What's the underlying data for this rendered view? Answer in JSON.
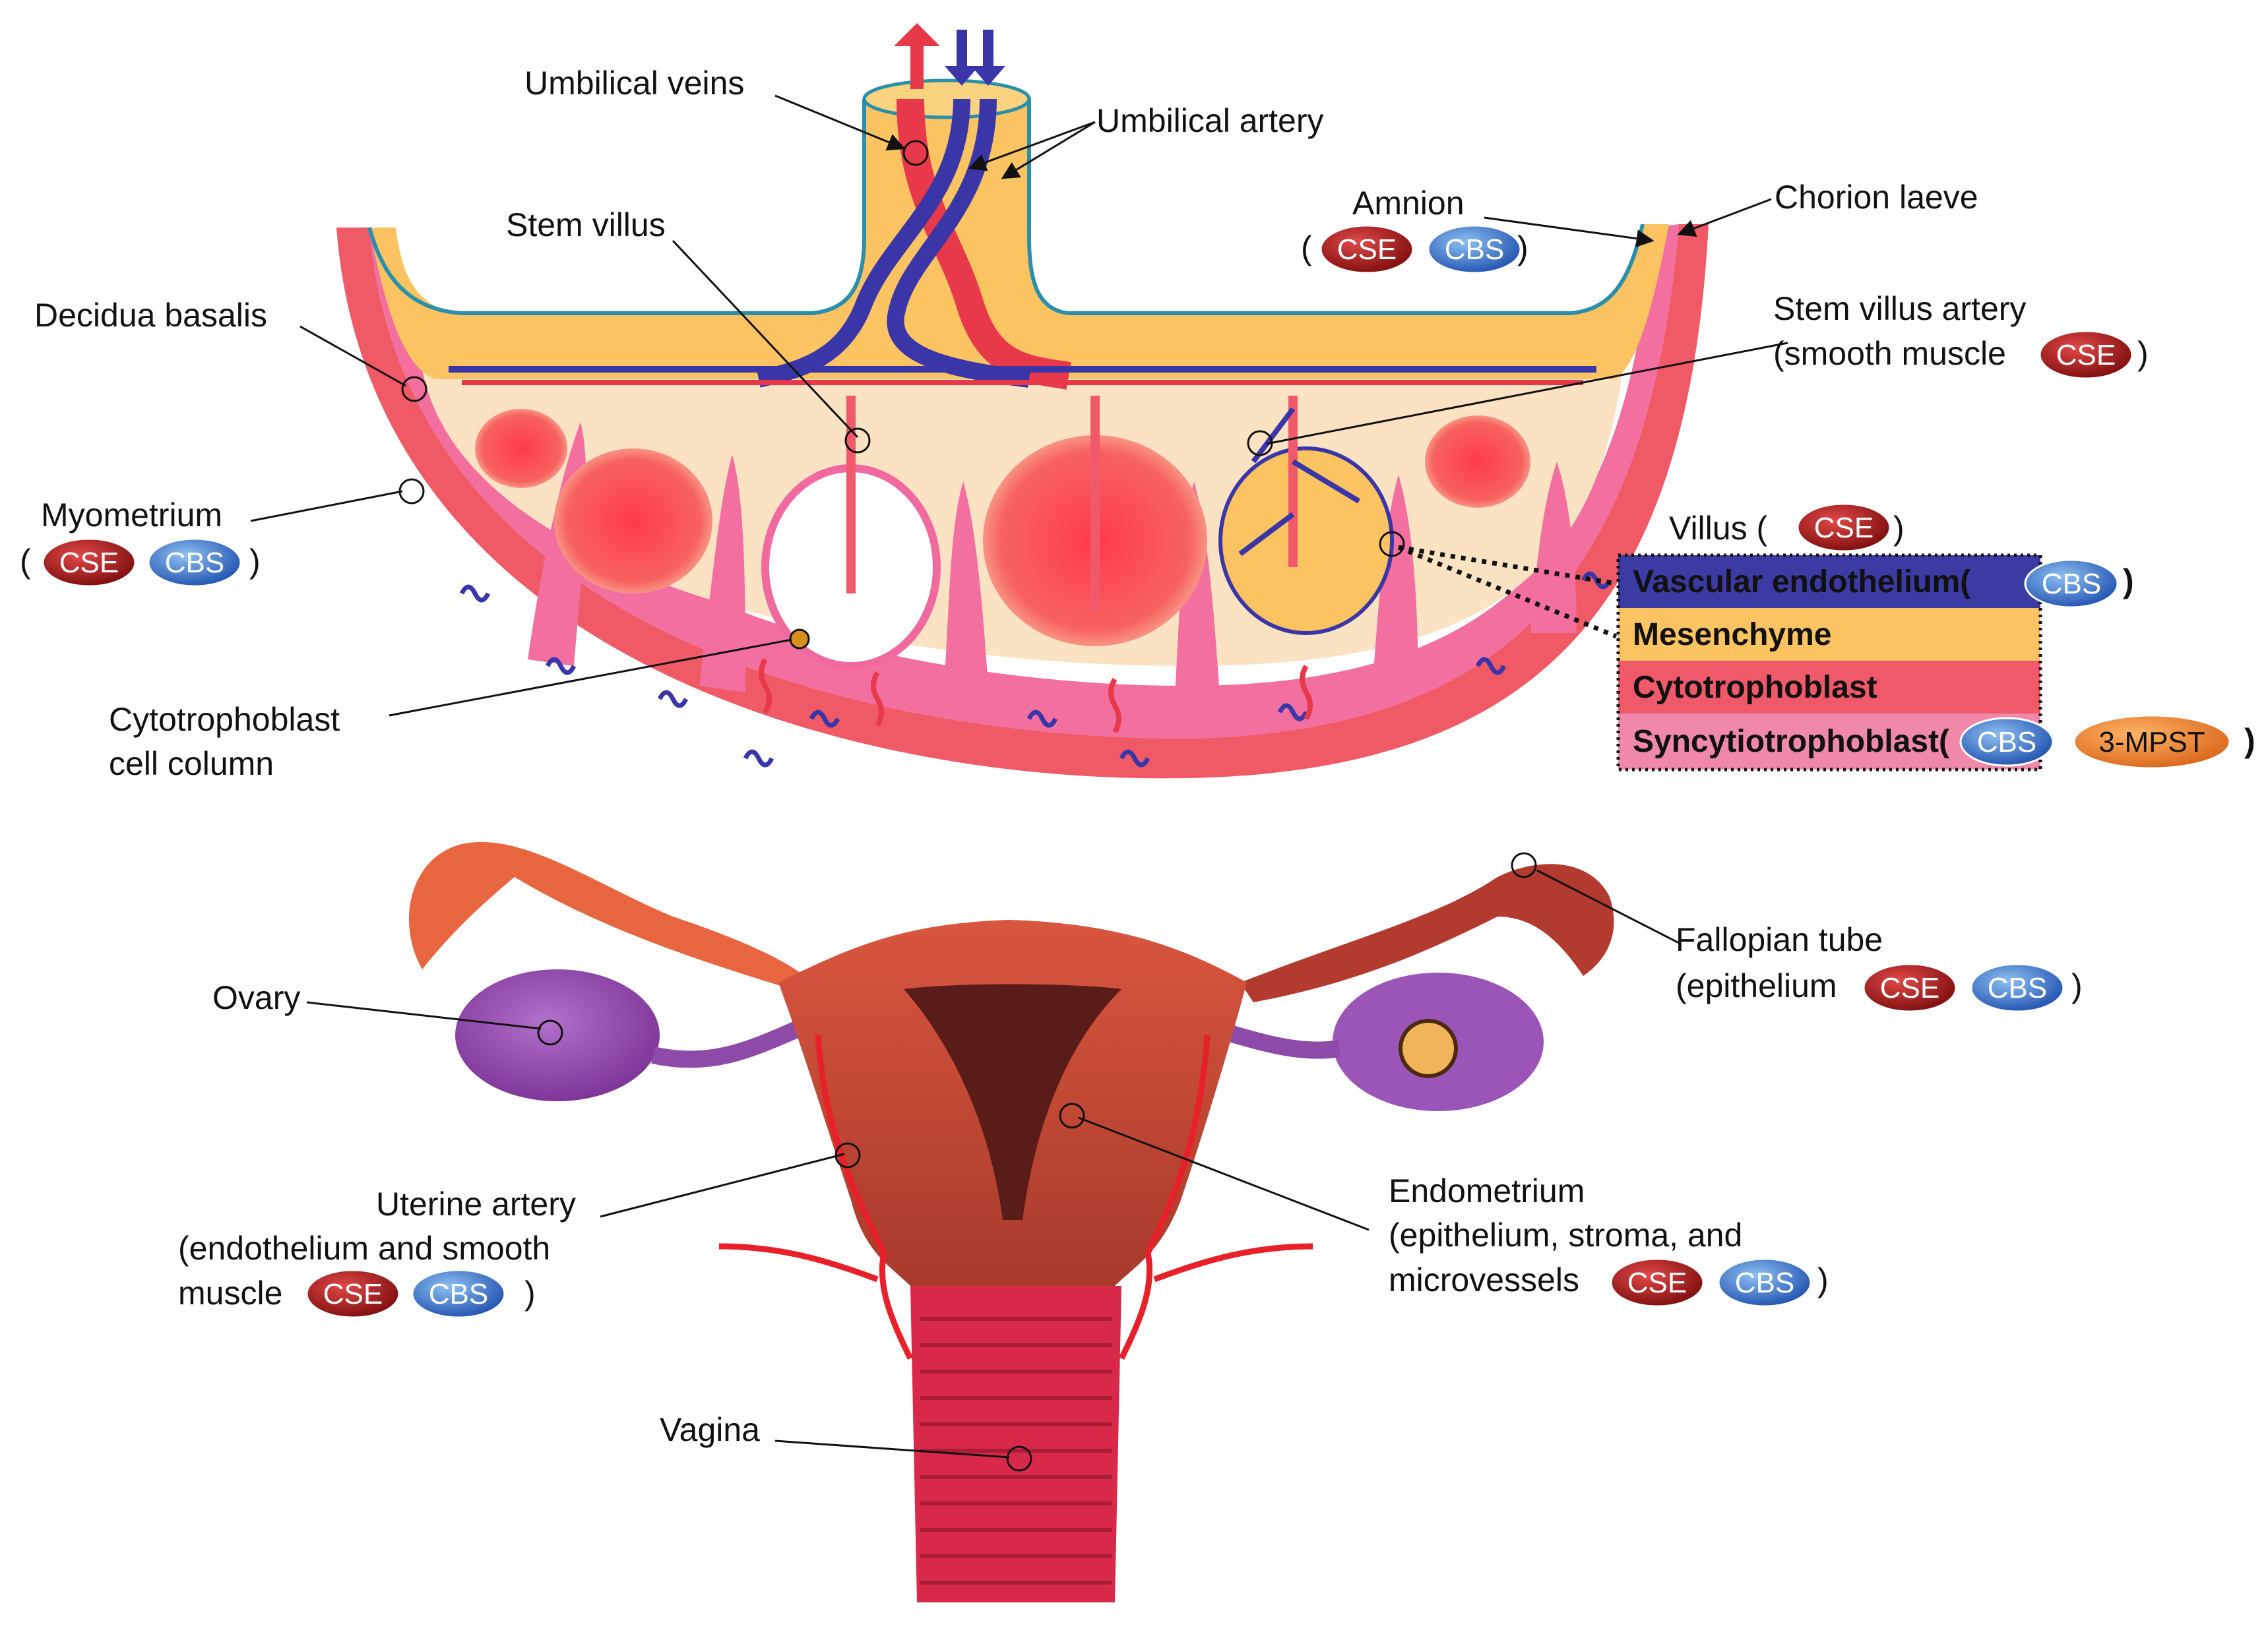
{
  "colors": {
    "cse": "#9b1414",
    "cbs": "#2a62c4",
    "mpst": "#ee7d23",
    "artery": "#e8394a",
    "vein": "#3a36a8",
    "mesenchyme": "#fbc362",
    "decidua": "#f06f9a",
    "uterus": "#c94a36",
    "ovary": "#8e4aa8"
  },
  "badges": {
    "cse": "CSE",
    "cbs": "CBS",
    "mpst": "3-MPST"
  },
  "labels": {
    "umbilical_veins": "Umbilical veins",
    "umbilical_artery": "Umbilical artery",
    "stem_villus": "Stem villus",
    "amnion": "Amnion",
    "chorion_laeve": "Chorion laeve",
    "decidua_basalis": "Decidua basalis",
    "stem_villus_artery_1": "Stem villus artery",
    "stem_villus_artery_2": "(smooth muscle",
    "myometrium": "Myometrium",
    "villus": "Villus (",
    "cytotrophoblast_column_1": "Cytotrophoblast",
    "cytotrophoblast_column_2": "cell column",
    "ovary": "Ovary",
    "fallopian_tube_1": "Fallopian tube",
    "fallopian_tube_2": "(epithelium",
    "uterine_artery_1": "Uterine artery",
    "uterine_artery_2": "(endothelium and smooth",
    "uterine_artery_3": "muscle",
    "endometrium_1": "Endometrium",
    "endometrium_2": "(epithelium, stroma, and",
    "endometrium_3": "microvessels",
    "vagina": "Vagina",
    "paren_open": "(",
    "paren_close": ")"
  },
  "villus_key": [
    {
      "label": "Vascular endothelium(",
      "color": "#3b3ba3"
    },
    {
      "label": "Mesenchyme",
      "color": "#fbc362"
    },
    {
      "label": "Cytotrophoblast",
      "color": "#f0596a"
    },
    {
      "label": "Syncytiotrophoblast(",
      "color": "#f088aa"
    }
  ]
}
